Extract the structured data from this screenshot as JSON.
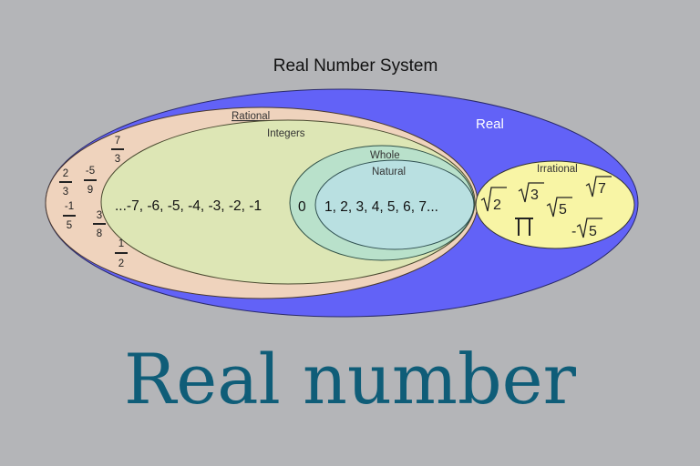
{
  "title": "Real Number System",
  "headline": "Real number",
  "colors": {
    "background": "#b4b5b8",
    "real": "#6262f7",
    "rational": "#efd3bd",
    "integers": "#dde6b5",
    "whole": "#b9e1cb",
    "natural": "#b9e0e1",
    "irrational": "#f8f5a5",
    "headline": "#0f5d78"
  },
  "sets": {
    "real": {
      "label": "Real"
    },
    "rational": {
      "label": "Rational",
      "fractions": [
        {
          "num": "7",
          "den": "3"
        },
        {
          "num": "2",
          "den": "3"
        },
        {
          "num": "-5",
          "den": "9"
        },
        {
          "num": "-1",
          "den": "5"
        },
        {
          "num": "3",
          "den": "8"
        },
        {
          "num": "1",
          "den": "2"
        }
      ]
    },
    "integers": {
      "label": "Integers",
      "values": "...-7, -6, -5, -4, -3, -2, -1"
    },
    "whole": {
      "label": "Whole",
      "values": "0"
    },
    "natural": {
      "label": "Natural",
      "values": "1, 2, 3, 4, 5, 6, 7..."
    },
    "irrational": {
      "label": "Irrational",
      "values": [
        {
          "prefix": "",
          "radicand": "2"
        },
        {
          "prefix": "",
          "radicand": "3"
        },
        {
          "prefix": "",
          "radicand": "7"
        },
        {
          "prefix": "",
          "radicand": "5"
        },
        {
          "prefix": "-",
          "radicand": "5"
        }
      ],
      "pi": "π"
    }
  }
}
